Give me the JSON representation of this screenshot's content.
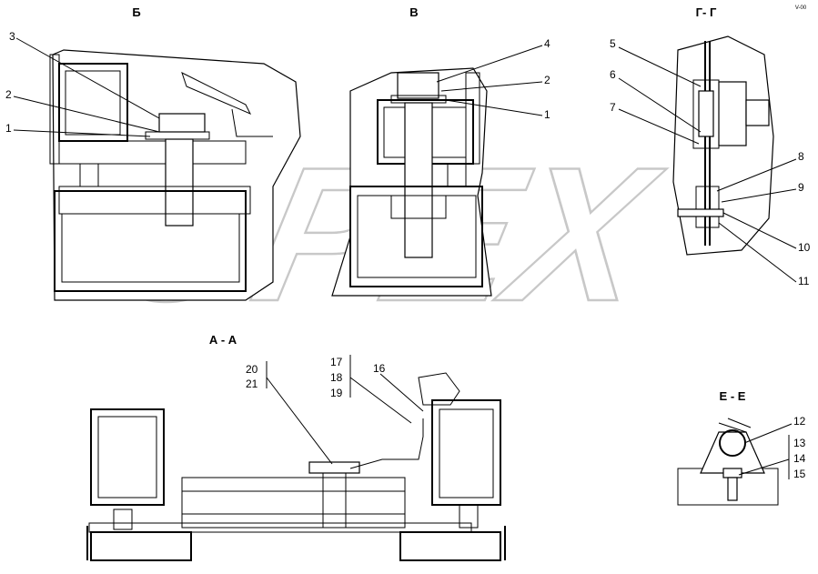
{
  "watermark": "OPEX",
  "corner_mark": "V-00",
  "views": {
    "b": "Б",
    "v": "В",
    "gg": "Г- Г",
    "aa": "А - А",
    "ee": "Е - Е"
  },
  "callouts": {
    "b_3": "3",
    "b_2": "2",
    "b_1": "1",
    "v_4": "4",
    "v_2": "2",
    "v_1": "1",
    "gg_5": "5",
    "gg_6": "6",
    "gg_7": "7",
    "gg_8": "8",
    "gg_9": "9",
    "gg_10": "10",
    "gg_11": "11",
    "aa_20": "20",
    "aa_21": "21",
    "aa_17": "17",
    "aa_18": "18",
    "aa_19": "19",
    "aa_16": "16",
    "ee_12": "12",
    "ee_13": "13",
    "ee_14": "14",
    "ee_15": "15"
  }
}
